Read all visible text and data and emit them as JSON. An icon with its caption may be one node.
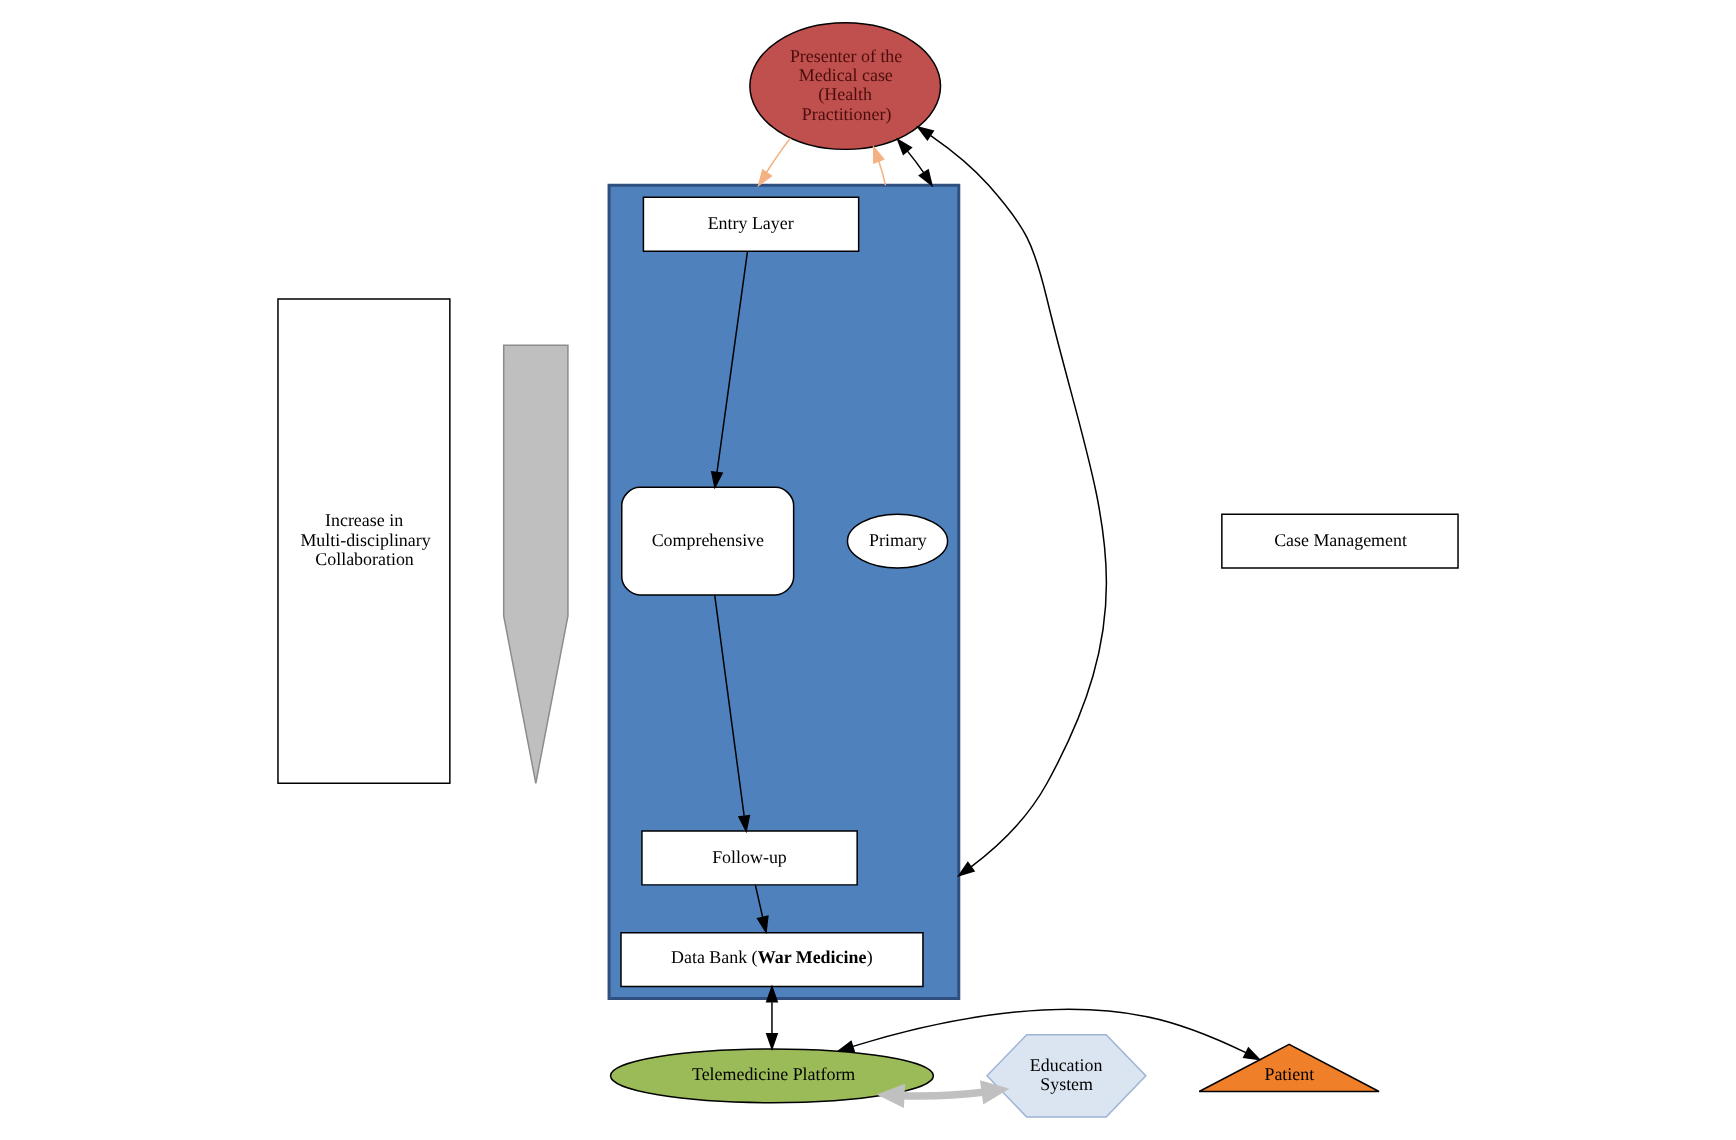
{
  "diagram": {
    "nodes": [
      {
        "text": [
          "Increase in Multi-disciplinary Collaboration"
        ]
      },
      {
        "text": [],
        "shape": "arrow"
      },
      {
        "text": [],
        "shape": "box"
      },
      {
        "text": [
          "Entry Layer"
        ],
        "in": 2
      },
      {
        "text": [
          "Comprehensive"
        ],
        "in": 2
      },
      {
        "text": [
          "Primary"
        ],
        "in": 2
      },
      {
        "text": [
          "Follow-up"
        ],
        "in": 2
      },
      {
        "text": [
          "Data Bank (**War Medicine**)"
        ],
        "in": 2
      },
      {
        "text": [
          "Presenter of the Medical case (Health Practitioner)"
        ]
      },
      {
        "text": [
          "Case Management"
        ]
      },
      {
        "text": [
          "Telemedicine Platform"
        ]
      },
      {
        "text": [
          "Patient"
        ]
      },
      {
        "text": [
          "Education System"
        ]
      }
    ],
    "edges": [
      {
        "from": 3,
        "to": 4,
        "arrow": "to"
      },
      {
        "from": 4,
        "to": 6,
        "arrow": "to"
      },
      {
        "from": 6,
        "to": 7,
        "arrow": "to"
      },
      {
        "from": 7,
        "to": 10,
        "arrow": "both"
      },
      {
        "from": 8,
        "to": 2,
        "arrow": "to",
        "color": "#f4b183"
      },
      {
        "from": 2,
        "to": 8,
        "arrow": "to",
        "color": "#f4b183"
      },
      {
        "from": 8,
        "to": 2,
        "arrow": "both"
      },
      {
        "from": 8,
        "to": 2,
        "arrow": "both"
      },
      {
        "from": 10,
        "to": 11,
        "arrow": "both"
      },
      {
        "from": 10,
        "to": 12,
        "arrow": "both",
        "style": "thick",
        "color": "#c0c0c0"
      }
    ]
  }
}
